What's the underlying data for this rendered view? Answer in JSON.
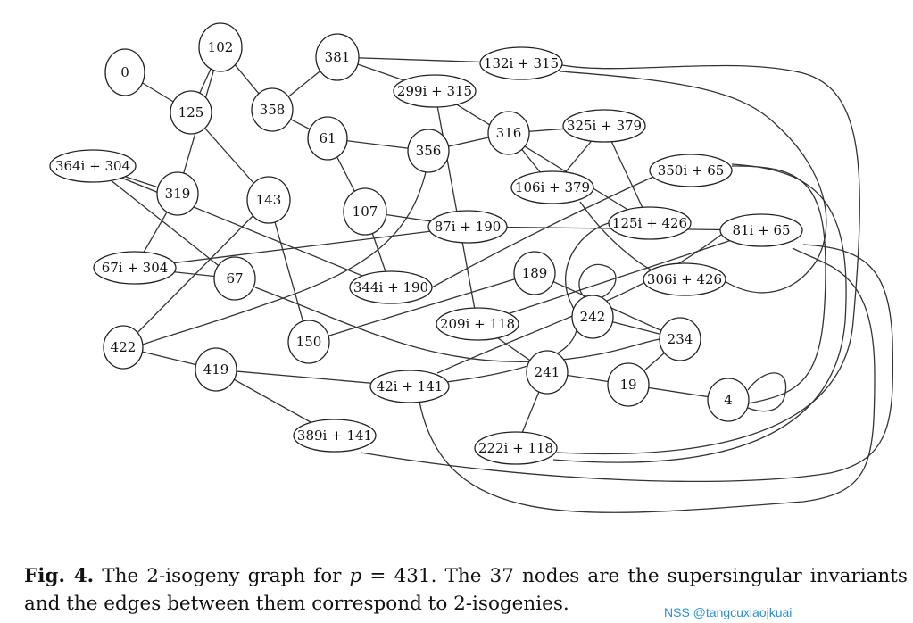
{
  "figure": {
    "nodes": [
      {
        "id": "n0",
        "label": "0"
      },
      {
        "id": "n102",
        "label": "102"
      },
      {
        "id": "n125",
        "label": "125"
      },
      {
        "id": "n358",
        "label": "358"
      },
      {
        "id": "n381",
        "label": "381"
      },
      {
        "id": "n132_315",
        "label": "132i + 315"
      },
      {
        "id": "n299_315",
        "label": "299i + 315"
      },
      {
        "id": "n61",
        "label": "61"
      },
      {
        "id": "n356",
        "label": "356"
      },
      {
        "id": "n316",
        "label": "316"
      },
      {
        "id": "n325_379",
        "label": "325i + 379"
      },
      {
        "id": "n364_304",
        "label": "364i + 304"
      },
      {
        "id": "n319",
        "label": "319"
      },
      {
        "id": "n143",
        "label": "143"
      },
      {
        "id": "n107",
        "label": "107"
      },
      {
        "id": "n87_190",
        "label": "87i + 190"
      },
      {
        "id": "n106_379",
        "label": "106i + 379"
      },
      {
        "id": "n350_65",
        "label": "350i + 65"
      },
      {
        "id": "n125_426",
        "label": "125i + 426"
      },
      {
        "id": "n81_65",
        "label": "81i + 65"
      },
      {
        "id": "n67_304",
        "label": "67i + 304"
      },
      {
        "id": "n67",
        "label": "67"
      },
      {
        "id": "n344_190",
        "label": "344i + 190"
      },
      {
        "id": "n189",
        "label": "189"
      },
      {
        "id": "n306_426",
        "label": "306i + 426"
      },
      {
        "id": "n242",
        "label": "242"
      },
      {
        "id": "n209_118",
        "label": "209i + 118"
      },
      {
        "id": "n234",
        "label": "234"
      },
      {
        "id": "n150",
        "label": "150"
      },
      {
        "id": "n422",
        "label": "422"
      },
      {
        "id": "n419",
        "label": "419"
      },
      {
        "id": "n42_141",
        "label": "42i + 141"
      },
      {
        "id": "n241",
        "label": "241"
      },
      {
        "id": "n19",
        "label": "19"
      },
      {
        "id": "n4",
        "label": "4"
      },
      {
        "id": "n389_141",
        "label": "389i + 141"
      },
      {
        "id": "n222_118",
        "label": "222i + 118"
      }
    ],
    "edges": [
      [
        "n0",
        "n125"
      ],
      [
        "n102",
        "n125"
      ],
      [
        "n102",
        "n358"
      ],
      [
        "n102",
        "n319"
      ],
      [
        "n381",
        "n358"
      ],
      [
        "n381",
        "n132_315"
      ],
      [
        "n381",
        "n299_315"
      ],
      [
        "n358",
        "n61"
      ],
      [
        "n61",
        "n356"
      ],
      [
        "n61",
        "n107"
      ],
      [
        "n356",
        "n316"
      ],
      [
        "n356",
        "n422"
      ],
      [
        "n316",
        "n325_379"
      ],
      [
        "n316",
        "n106_379"
      ],
      [
        "n325_379",
        "n106_379"
      ],
      [
        "n325_379",
        "n125_426"
      ],
      [
        "n299_315",
        "n125_426"
      ],
      [
        "n299_315",
        "n209_118"
      ],
      [
        "n132_315",
        "n306_426"
      ],
      [
        "n364_304",
        "n319"
      ],
      [
        "n364_304",
        "n67"
      ],
      [
        "n364_304",
        "n344_190"
      ],
      [
        "n319",
        "n67_304"
      ],
      [
        "n125",
        "n143"
      ],
      [
        "n143",
        "n422"
      ],
      [
        "n143",
        "n150"
      ],
      [
        "n107",
        "n87_190"
      ],
      [
        "n107",
        "n344_190"
      ],
      [
        "n87_190",
        "n81_65"
      ],
      [
        "n87_190",
        "n67_304"
      ],
      [
        "n106_379",
        "n306_426"
      ],
      [
        "n350_65",
        "n344_190"
      ],
      [
        "n350_65",
        "n4"
      ],
      [
        "n125_426",
        "n42_141"
      ],
      [
        "n81_65",
        "n209_118"
      ],
      [
        "n81_65",
        "n389_141"
      ],
      [
        "n67_304",
        "n67"
      ],
      [
        "n67",
        "n234"
      ],
      [
        "n189",
        "n150"
      ],
      [
        "n189",
        "n234"
      ],
      [
        "n242",
        "n242"
      ],
      [
        "n242",
        "n234"
      ],
      [
        "n209_118",
        "n241"
      ],
      [
        "n422",
        "n419"
      ],
      [
        "n419",
        "n42_141"
      ],
      [
        "n419",
        "n389_141"
      ],
      [
        "n241",
        "n19"
      ],
      [
        "n241",
        "n222_118"
      ],
      [
        "n19",
        "n234"
      ],
      [
        "n19",
        "n4"
      ],
      [
        "n4",
        "n4"
      ],
      [
        "n222_118",
        "n132_315"
      ],
      [
        "n222_118",
        "n350_65"
      ],
      [
        "n42_141",
        "n106_379"
      ],
      [
        "n42_141",
        "n81_65"
      ]
    ]
  },
  "caption": {
    "label": "Fig. 4.",
    "text_before_var": "The 2-isogeny graph for",
    "variable": "p",
    "text_after_var": "= 431. The 37 nodes are the supersingular invariants and the edges between them correspond to 2-isogenies."
  },
  "watermark": {
    "text": "NSS @tangcuxiaojkuai",
    "color": "#2b8fd6"
  }
}
